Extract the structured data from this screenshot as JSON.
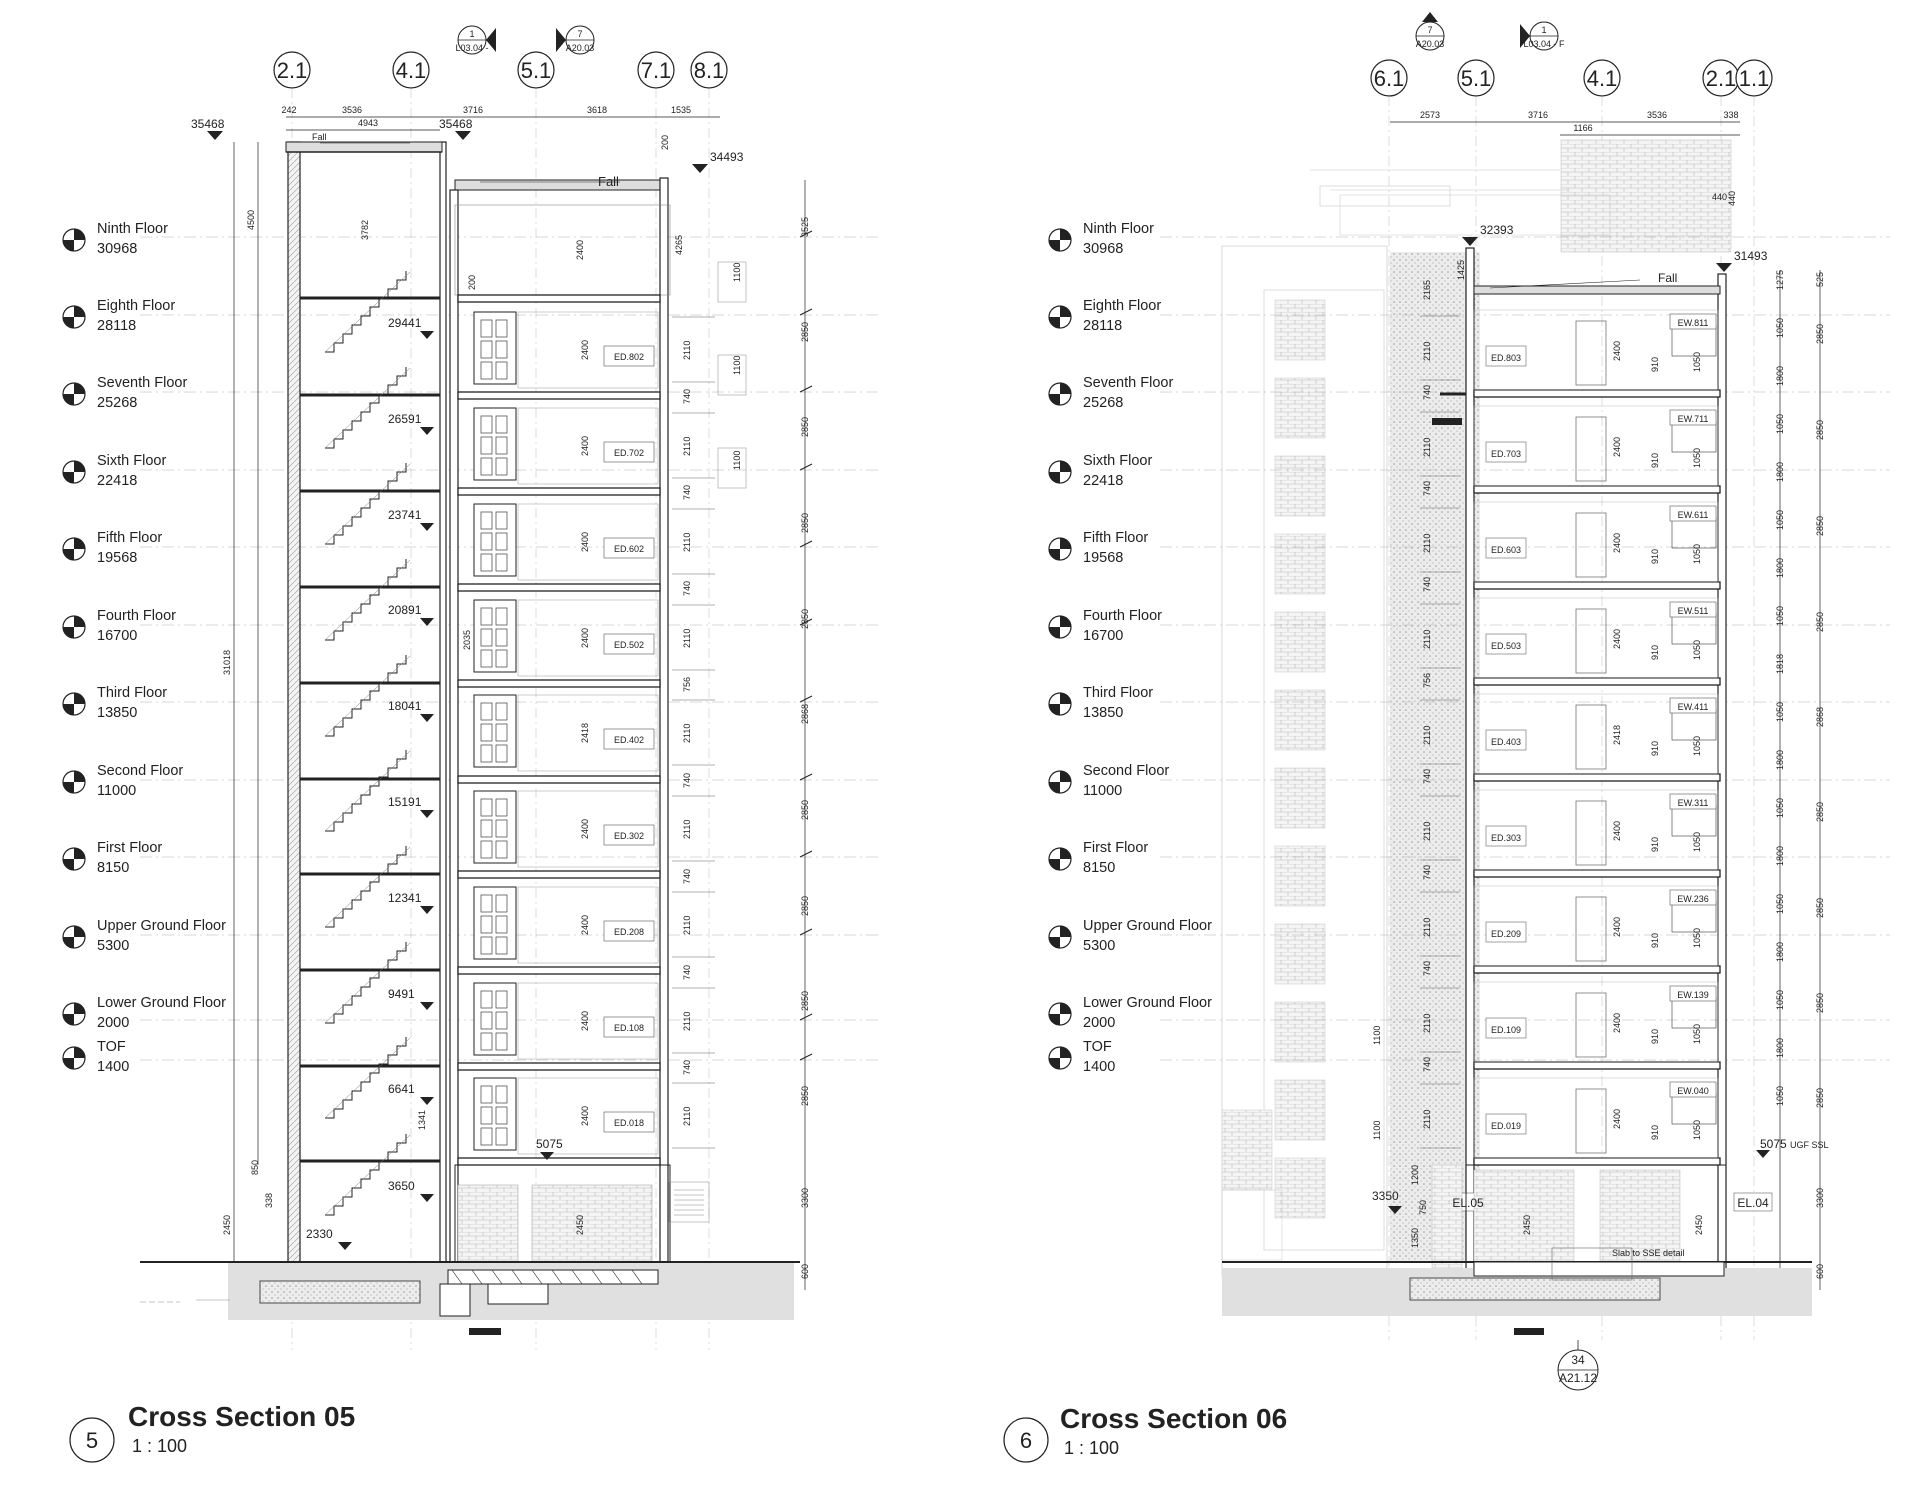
{
  "sections": [
    {
      "number": "5",
      "title": "Cross Section 05",
      "scale": "1 : 100",
      "grid_labels": [
        "2.1",
        "4.1",
        "5.1",
        "7.1",
        "8.1"
      ],
      "section_markers": [
        {
          "top": "1",
          "bottom": "L03.04 -"
        },
        {
          "top": "7",
          "bottom": "A20.03"
        }
      ],
      "top_dims_row1": [
        "242",
        "3536",
        "3716",
        "3618",
        "1535"
      ],
      "top_dims_row2": [
        "4943"
      ],
      "top_levels": [
        "35468",
        "35468",
        "34493"
      ],
      "fall_labels": [
        "Fall",
        "Fall"
      ],
      "stair_levels": [
        "29441",
        "26591",
        "23741",
        "20891",
        "18041",
        "15191",
        "12341",
        "9491",
        "6641",
        "3650",
        "2330"
      ],
      "door_tags": [
        "ED.802",
        "ED.702",
        "ED.602",
        "ED.502",
        "ED.402",
        "ED.302",
        "ED.208",
        "ED.108",
        "ED.018"
      ],
      "inner_dims": [
        "2400",
        "2400",
        "2400",
        "2400",
        "2418",
        "2400",
        "2400",
        "2400",
        "2400"
      ],
      "window_dims": [
        "2110",
        "2110",
        "2110",
        "2110",
        "2110",
        "2110",
        "2110",
        "2110",
        "2110"
      ],
      "sill_dims": [
        "740",
        "740",
        "740",
        "756",
        "740",
        "740",
        "740",
        "740"
      ],
      "right_dims": [
        "3525",
        "2850",
        "2850",
        "2850",
        "2850",
        "2868",
        "2850",
        "2850",
        "2850",
        "2850",
        "3300",
        "600"
      ],
      "balustrade_dims": [
        "1100",
        "1100",
        "1100"
      ],
      "misc_dims": [
        "4500",
        "3782",
        "2400",
        "4265",
        "200",
        "200",
        "31018",
        "2035",
        "1341",
        "850",
        "338",
        "2450",
        "2450"
      ],
      "ground_level": "5075"
    },
    {
      "number": "6",
      "title": "Cross Section 06",
      "scale": "1 : 100",
      "grid_labels": [
        "6.1",
        "5.1",
        "4.1",
        "2.1",
        "1.1"
      ],
      "section_markers": [
        {
          "top": "7",
          "bottom": "A20.03"
        },
        {
          "top": "1",
          "bottom": "L03.04 - F"
        }
      ],
      "top_dims_row1": [
        "2573",
        "3716",
        "3536",
        "338"
      ],
      "top_dims_row2": [
        "1166"
      ],
      "top_levels": [
        "32393",
        "31493"
      ],
      "fall_labels": [
        "Fall"
      ],
      "door_tags": [
        "ED.803",
        "ED.703",
        "ED.603",
        "ED.503",
        "ED.403",
        "ED.303",
        "ED.209",
        "ED.109",
        "ED.019"
      ],
      "window_tags": [
        "EW.811",
        "EW.711",
        "EW.611",
        "EW.511",
        "EW.411",
        "EW.311",
        "EW.236",
        "EW.139",
        "EW.040"
      ],
      "inner_dims": [
        "2400",
        "2400",
        "2400",
        "2400",
        "2418",
        "2400",
        "2400",
        "2400",
        "2400"
      ],
      "left_dims": [
        "2110",
        "2110",
        "2110",
        "2110",
        "2110",
        "2110",
        "2110",
        "2110",
        "2110"
      ],
      "left_sill_dims": [
        "740",
        "740",
        "740",
        "756",
        "740",
        "740",
        "740",
        "740"
      ],
      "window_heights": [
        "1050",
        "1050",
        "1050",
        "1050",
        "1050",
        "1050",
        "1050",
        "1050",
        "1050"
      ],
      "sill_heights": [
        "910",
        "910",
        "910",
        "910",
        "910",
        "910",
        "910",
        "910",
        "910"
      ],
      "right_dims_a": [
        "1275",
        "1050",
        "1800",
        "1050",
        "1800",
        "1050",
        "1800",
        "1050",
        "1818",
        "1050",
        "1800",
        "1050",
        "1800",
        "1050",
        "1800",
        "1050",
        "1800",
        "1050"
      ],
      "right_dims_b": [
        "525",
        "2850",
        "2850",
        "2850",
        "2850",
        "2868",
        "2850",
        "2850",
        "2850",
        "2850",
        "3300",
        "600"
      ],
      "misc_dims": [
        "2165",
        "1425",
        "440",
        "1100",
        "1100",
        "1200",
        "1350",
        "2450",
        "2450",
        "750"
      ],
      "top_small_label": "440",
      "ground_level": "5075",
      "ground_level_note": "UGF SSL",
      "low_level": "3350",
      "lift_tags": [
        "EL.05",
        "EL.04"
      ],
      "slab_note": "Slab to SSE detail",
      "detail_ref": {
        "top": "34",
        "bottom": "A21.12"
      }
    }
  ],
  "levels": [
    {
      "name": "Ninth Floor",
      "value": "30968"
    },
    {
      "name": "Eighth Floor",
      "value": "28118"
    },
    {
      "name": "Seventh Floor",
      "value": "25268"
    },
    {
      "name": "Sixth Floor",
      "value": "22418"
    },
    {
      "name": "Fifth Floor",
      "value": "19568"
    },
    {
      "name": "Fourth Floor",
      "value": "16700"
    },
    {
      "name": "Third Floor",
      "value": "13850"
    },
    {
      "name": "Second Floor",
      "value": "11000"
    },
    {
      "name": "First Floor",
      "value": "8150"
    },
    {
      "name": "Upper Ground Floor",
      "value": "5300"
    },
    {
      "name": "Lower Ground Floor",
      "value": "2000"
    },
    {
      "name": "TOF",
      "value": "1400"
    }
  ],
  "colors": {
    "line": "#222222",
    "hatch": "#9a9a9a",
    "ghost": "#c8c8c8",
    "slab": "#d2d2d2",
    "paper": "#ffffff"
  }
}
